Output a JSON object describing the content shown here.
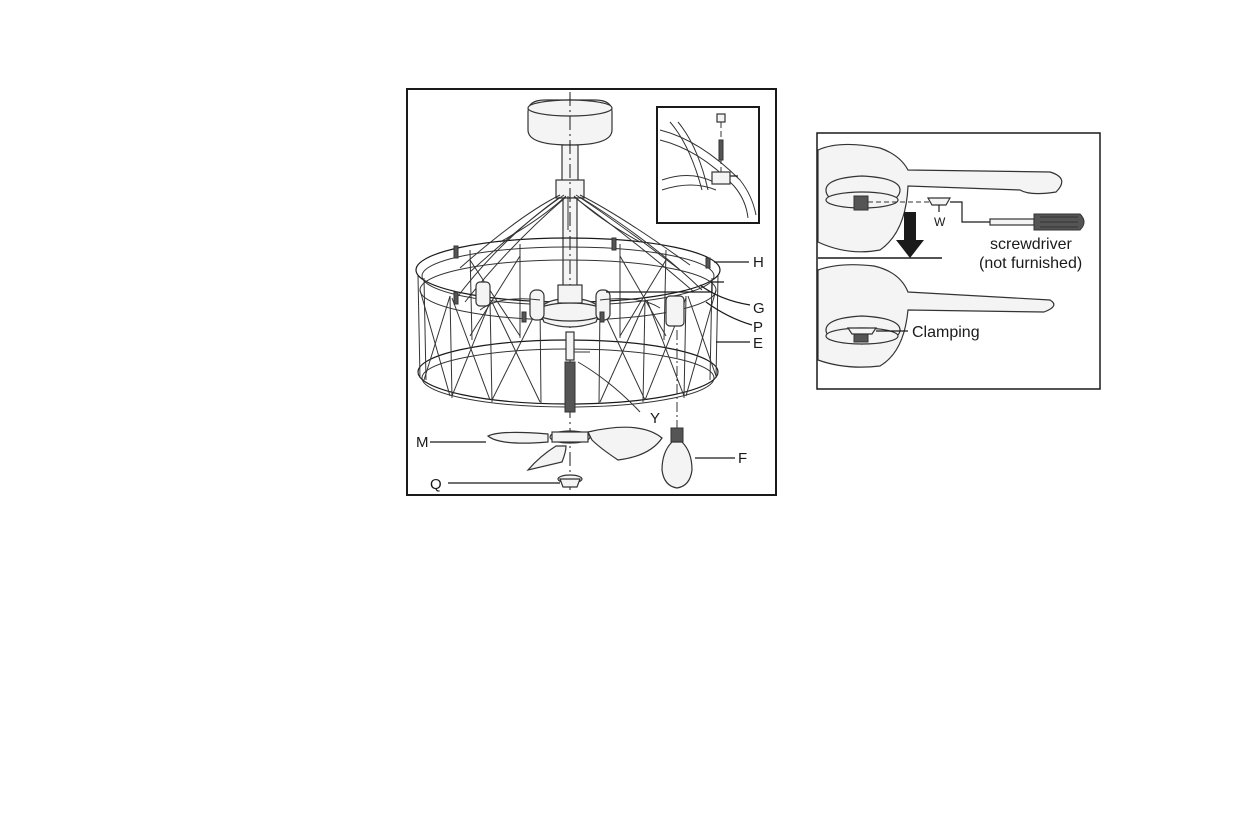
{
  "main_diagram": {
    "labels": {
      "H": "H",
      "G": "G",
      "P": "P",
      "E": "E",
      "Y": "Y",
      "M": "M",
      "F": "F",
      "Q": "Q"
    }
  },
  "detail_diagram": {
    "labels": {
      "W": "W",
      "screwdriver": "screwdriver",
      "not_furnished": "(not furnished)",
      "clamping": "Clamping"
    }
  }
}
